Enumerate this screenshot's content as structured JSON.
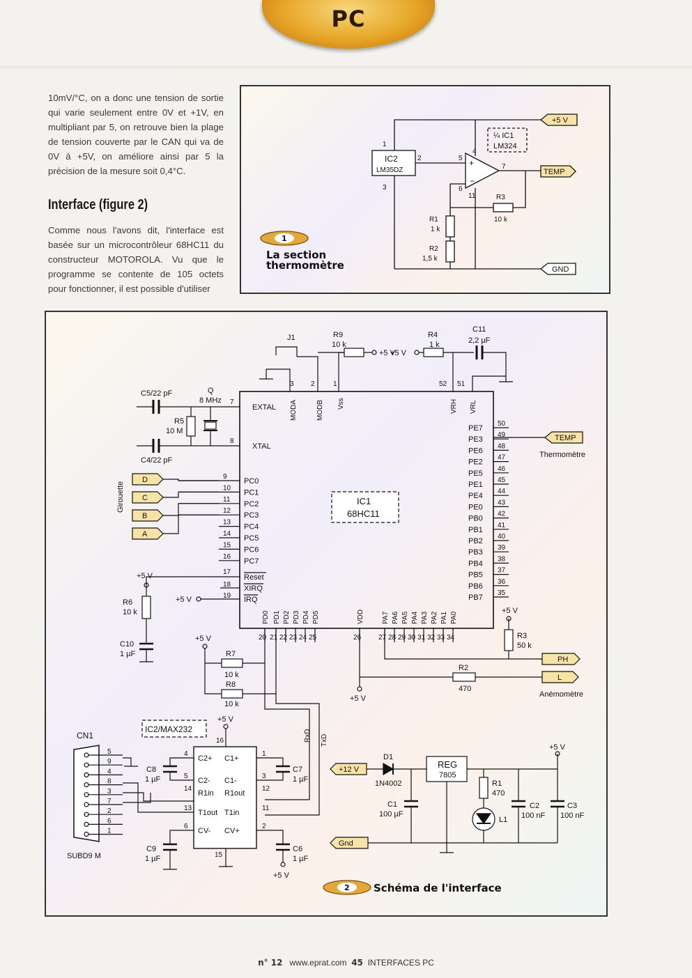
{
  "header": {
    "tab": "PC"
  },
  "article": {
    "para1": "10mV/°C, on a donc une tension de sortie qui varie seulement entre 0V et +1V, en multipliant par 5, on retrouve bien la plage de tension couverte par le CAN qui va de 0V à +5V, on améliore ainsi par 5 la précision de la mesure soit 0,4°C.",
    "heading": "Interface (figure 2)",
    "para2": "Comme nous l'avons dit, l'interface est basée sur un microcontrôleur 68HC11 du constructeur MOTOROLA. Vu que le programme se contente de 105 octets pour fonctionner, il est possible d'utiliser"
  },
  "figure1": {
    "number": "1",
    "caption_l1": "La section",
    "caption_l2": "thermomètre",
    "ic2": "IC2",
    "ic2_part": "LM35DZ",
    "ic1": "¼ IC1",
    "ic1_part": "LM324",
    "plus5": "+5 V",
    "temp": "TEMP",
    "gnd": "GND",
    "r1": "R1",
    "r1v": "1 k",
    "r2": "R2",
    "r2v": "1,5 k",
    "r3": "R3",
    "r3v": "10 k",
    "p1": "1",
    "p2": "2",
    "p3": "3",
    "p4": "4",
    "p5": "5",
    "p6": "6",
    "p7": "7",
    "p11": "11"
  },
  "figure2": {
    "number": "2",
    "caption": "Schéma de l'interface",
    "mcu": "IC1",
    "mcu_part": "68HC11",
    "max": "IC2/MAX232",
    "cn1": "CN1",
    "subd": "SUBD9 M",
    "j1": "J1",
    "r9": "R9",
    "r9v": "10 k",
    "r4": "R4",
    "r4v": "1 k",
    "c11": "C11",
    "c11v": "2,2 µF",
    "c5": "C5/22 pF",
    "c4": "C4/22 pF",
    "q": "Q",
    "qv": "8 MHz",
    "r5": "R5",
    "r5v": "10 M",
    "extal": "EXTAL",
    "xtal": "XTAL",
    "moda": "MODA",
    "modb": "MODB",
    "vss": "Vss",
    "vrh": "VRH",
    "vrl": "VRL",
    "vdd": "VDD",
    "reset": "Reset",
    "xirq": "XIRQ",
    "irq": "IRQ",
    "left_pins": [
      "PC0",
      "PC1",
      "PC2",
      "PC3",
      "PC4",
      "PC5",
      "PC6",
      "PC7"
    ],
    "left_nums": [
      "9",
      "10",
      "11",
      "12",
      "13",
      "14",
      "15",
      "16"
    ],
    "right_pins": [
      "PE7",
      "PE3",
      "PE6",
      "PE2",
      "PE5",
      "PE1",
      "PE4",
      "PE0",
      "PB0",
      "PB1",
      "PB2",
      "PB3",
      "PB4",
      "PB5",
      "PB6",
      "PB7"
    ],
    "right_nums": [
      "50",
      "49",
      "48",
      "47",
      "46",
      "45",
      "44",
      "43",
      "42",
      "41",
      "40",
      "39",
      "38",
      "37",
      "36",
      "35"
    ],
    "bottom_pins": [
      "PD0",
      "PD1",
      "PD2",
      "PD3",
      "PD4",
      "PD5",
      "VDD",
      "PA7",
      "PA6",
      "PA5",
      "PA4",
      "PA3",
      "PA2",
      "PA1",
      "PA0"
    ],
    "bottom_nums": [
      "20",
      "21",
      "22",
      "23",
      "24",
      "25",
      "26",
      "27",
      "28",
      "29",
      "30",
      "31",
      "32",
      "33",
      "34"
    ],
    "girouette": "Girouette",
    "dirs": [
      "D",
      "C",
      "B",
      "A"
    ],
    "temp": "TEMP",
    "thermo": "Thermomètre",
    "ph": "PH",
    "l": "L",
    "anemo": "Anémomètre",
    "r3": "R3",
    "r3v": "50 k",
    "r2": "R2",
    "r2v": "470",
    "r6": "R6",
    "r6v": "10 k",
    "c10": "C10",
    "c10v": "1 µF",
    "r7": "R7",
    "r7v": "10 k",
    "r8": "R8",
    "r8v": "10 k",
    "rxd": "RxD",
    "txd": "TxD",
    "plus5": "+5 V",
    "plus12": "+12 V",
    "gnd": "Gnd",
    "d1": "D1",
    "d1v": "1N4002",
    "reg": "REG",
    "regv": "7805",
    "r1": "R1",
    "r1v": "470",
    "l1": "L1",
    "c1": "C1",
    "c1v": "100 µF",
    "c2": "C2",
    "c2v": "100 nF",
    "c3": "C3",
    "c3v": "100 nF",
    "c6": "C6",
    "c7": "C7",
    "c8": "C8",
    "c9": "C9",
    "uf1": "1 µF",
    "max_pins": [
      "C2+",
      "C2-",
      "R1in",
      "T1out",
      "CV-",
      "C1+",
      "C1-",
      "R1out",
      "T1in",
      "CV+"
    ],
    "max_nums": [
      "4",
      "5",
      "14",
      "13",
      "6",
      "1",
      "3",
      "12",
      "11",
      "2",
      "16",
      "15"
    ],
    "db9": [
      "5",
      "9",
      "4",
      "8",
      "3",
      "7",
      "2",
      "6",
      "1"
    ],
    "pin7": "7",
    "pin8": "8",
    "pin17": "17",
    "pin18": "18",
    "pin19": "19",
    "pin52": "52",
    "pin51": "51",
    "mp3": "3",
    "mp2": "2",
    "mp1": "1"
  },
  "footer": {
    "issue": "n° 12",
    "site": "www.eprat.com",
    "page": "45",
    "mag": "INTERFACES PC"
  }
}
